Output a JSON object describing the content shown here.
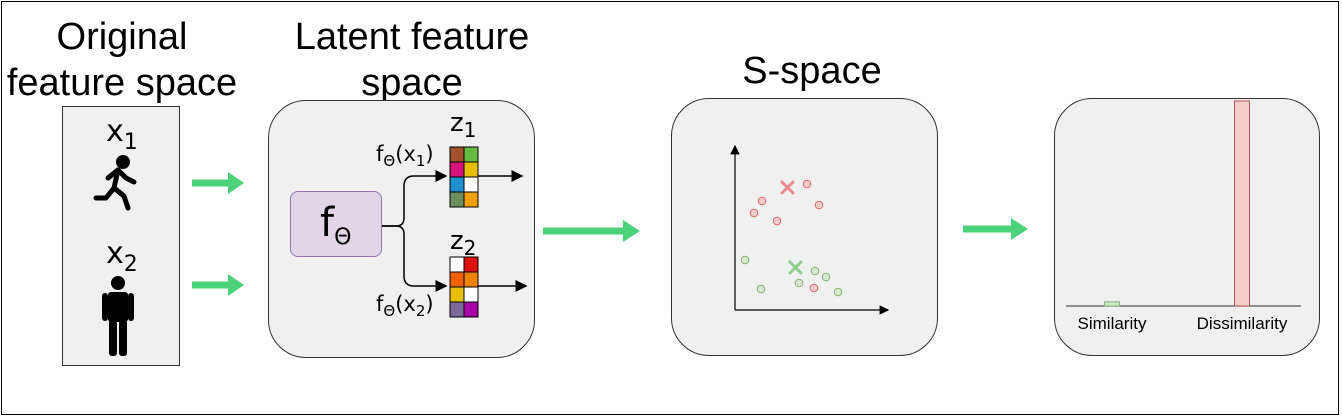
{
  "titles": {
    "original": "Original\nfeature space",
    "latent": "Latent feature\nspace",
    "sspace": "S-space"
  },
  "inputs": {
    "x1_label": "x",
    "x1_sub": "1",
    "x2_label": "x",
    "x2_sub": "2"
  },
  "encoder": {
    "label": "f",
    "sub": "Θ"
  },
  "outputs": {
    "z1_label": "z",
    "z1_sub": "1",
    "z2_label": "z",
    "z2_sub": "2",
    "f1_label": "f",
    "f1_theta": "Θ",
    "f1_arg": "(x",
    "f1_argsub": "1",
    "f1_close": ")",
    "f2_label": "f",
    "f2_theta": "Θ",
    "f2_arg": "(x",
    "f2_argsub": "2",
    "f2_close": ")"
  },
  "z1_colors": [
    [
      "#a0522d",
      "#66bb44"
    ],
    [
      "#d4147a",
      "#e6c000"
    ],
    [
      "#1e90d0",
      "#ffffff"
    ],
    [
      "#6b8e5a",
      "#f0a000"
    ]
  ],
  "z2_colors": [
    [
      "#ffffff",
      "#dd1111"
    ],
    [
      "#f06000",
      "#f08000"
    ],
    [
      "#e6c000",
      "#ffffff"
    ],
    [
      "#7a6a9a",
      "#aa00aa"
    ]
  ],
  "colors": {
    "arrow_green": "#4cd27a",
    "red_marker": "#e88a8a",
    "green_marker": "#8ccf8a",
    "bar_fill": "#f8cecc",
    "bar_stroke": "#b85450",
    "small_bar_fill": "#d5e8d4",
    "small_bar_stroke": "#82b366"
  },
  "chart_data": {
    "type": "bar",
    "categories": [
      "Similarity",
      "Dissimilarity"
    ],
    "values": [
      0.02,
      1.0
    ],
    "ylim": [
      0,
      1
    ],
    "xlabel": "",
    "ylabel": ""
  }
}
